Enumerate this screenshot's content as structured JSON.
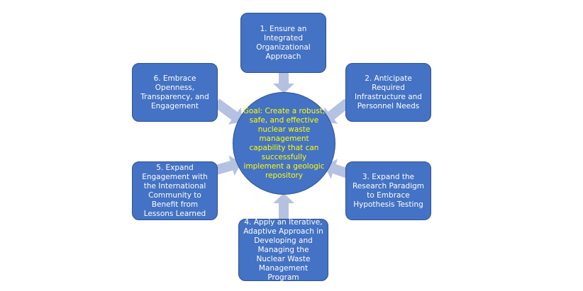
{
  "colors": {
    "box": "#4472C4",
    "border": "#2F528F",
    "arrow": "#B4C1E1",
    "goal_text": "#FFFF00"
  },
  "goal": "Goal: Create a robust, safe, and effective nuclear waste management capability that can successfully implement a geologic repository",
  "steps": [
    "1. Ensure an Integrated Organizational Approach",
    "2. Anticipate Required Infrastructure and Personnel Needs",
    "3. Expand the Research Paradigm to Embrace Hypothesis Testing",
    "4. Apply an Iterative, Adaptive Approach in Developing and Managing the Nuclear Waste Management Program",
    "5. Expand Engagement with the International Community to Benefit from Lessons Learned",
    "6. Embrace Openness, Transparency, and Engagement"
  ]
}
